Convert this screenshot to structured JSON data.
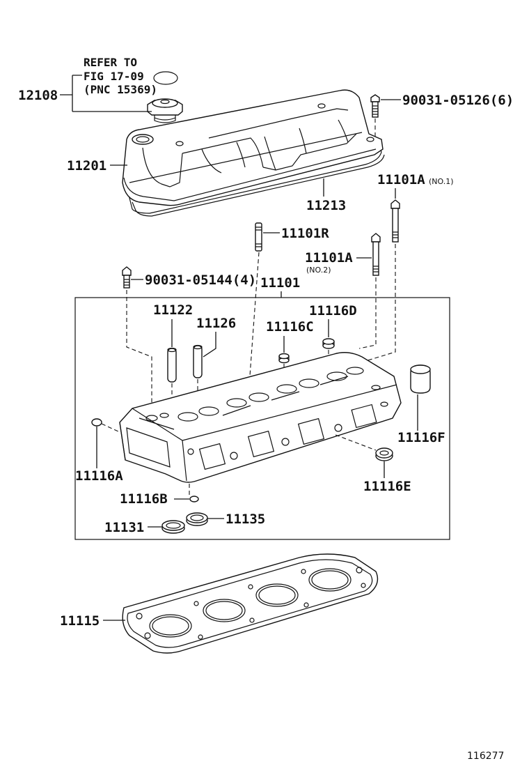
{
  "refer": {
    "line1": "REFER TO",
    "line2": "FIG 17-09",
    "line3": "(PNC 15369)"
  },
  "labels": {
    "p12108": "12108",
    "p90031_05126": "90031-05126(6)",
    "p11201": "11201",
    "p11213": "11213",
    "p11101A": "11101A",
    "no1": "(NO.1)",
    "p11101R": "11101R",
    "p11101A2": "11101A",
    "no2": "(NO.2)",
    "p90031_05144": "90031-05144(4)",
    "p11101": "11101",
    "p11122": "11122",
    "p11126": "11126",
    "p11116D": "11116D",
    "p11116C": "11116C",
    "p11116F": "11116F",
    "p11116A": "11116A",
    "p11116E": "11116E",
    "p11116B": "11116B",
    "p11131": "11131",
    "p11135": "11135",
    "p11115": "11115"
  },
  "figure_number": "116277"
}
